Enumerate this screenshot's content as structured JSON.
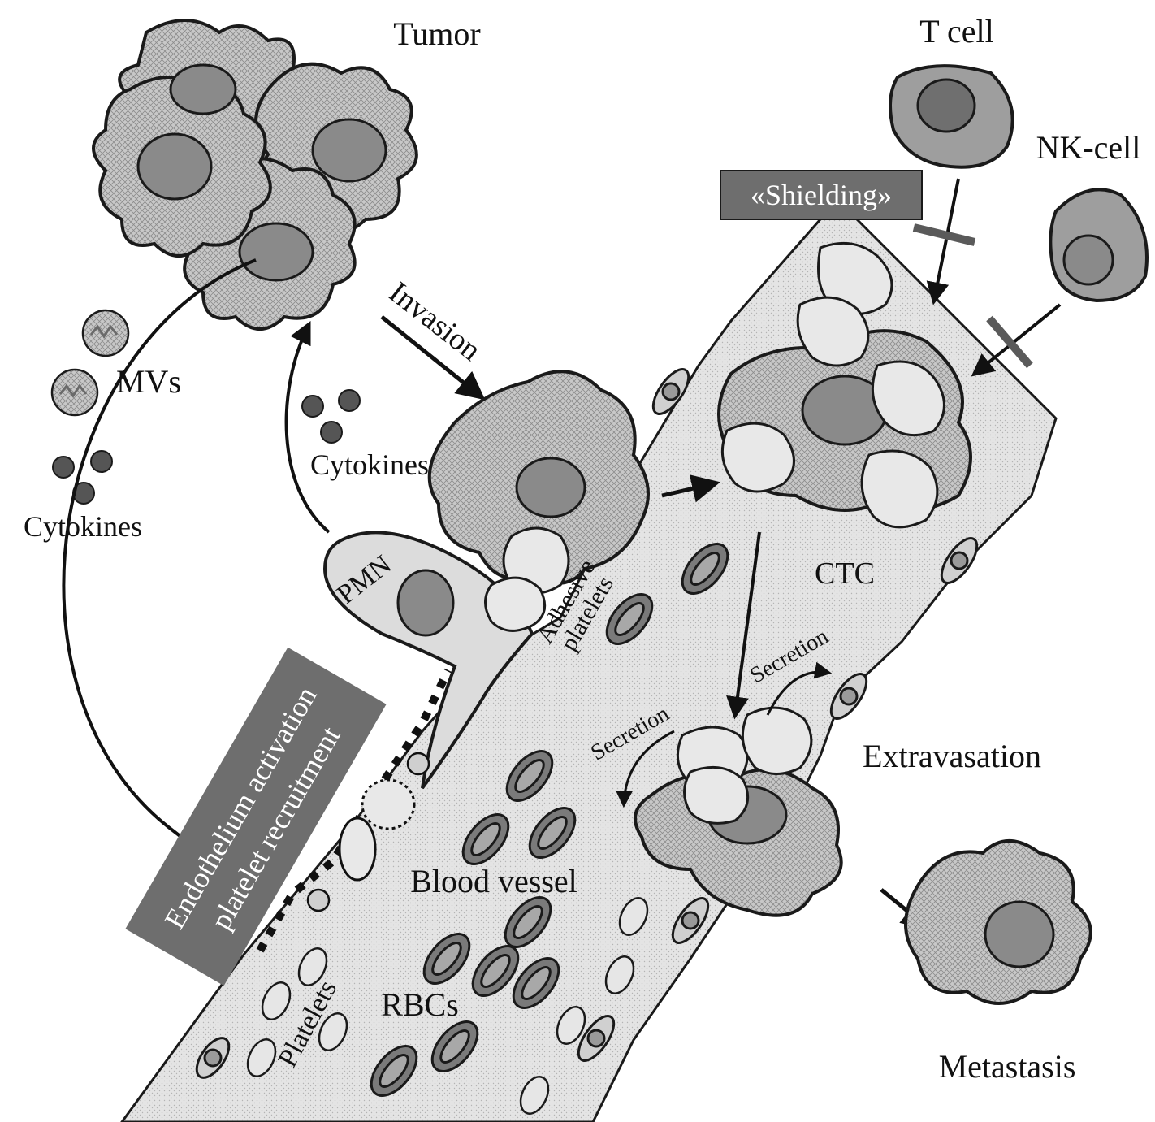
{
  "labels": {
    "tumor": "Tumor",
    "t_cell": "T cell",
    "nk_cell": "NK-cell",
    "shielding": "«Shielding»",
    "invasion": "Invasion",
    "mvs": "MVs",
    "cytokines_left": "Cytokines",
    "cytokines_mid": "Cytokines",
    "pmn": "PMN",
    "adhesive_platelets_1": "Adhesive",
    "adhesive_platelets_2": "platelets",
    "ctc": "CTC",
    "secretion_right": "Secretion",
    "secretion_left": "Secretion",
    "extravasation": "Extravasation",
    "endothelium_1": "Endothelium activation",
    "endothelium_2": "platelet recruitment",
    "blood_vessel": "Blood vessel",
    "rbcs": "RBCs",
    "platelets": "Platelets",
    "metastasis": "Metastasis"
  },
  "colors": {
    "outline": "#1a1a1a",
    "tumor_fill": "#bdbdbd",
    "nucleus": "#8a8a8a",
    "vessel_fill": "#e3e3e3",
    "immune_cell": "#9e9e9e",
    "immune_nucleus": "#6f6f6f",
    "platelet": "#e6e6e6",
    "rbc_outer": "#7a7a7a",
    "rbc_inner": "#a8a8a8",
    "label_box": "#6e6e6e",
    "inhibition_bar": "#5a5a5a"
  }
}
